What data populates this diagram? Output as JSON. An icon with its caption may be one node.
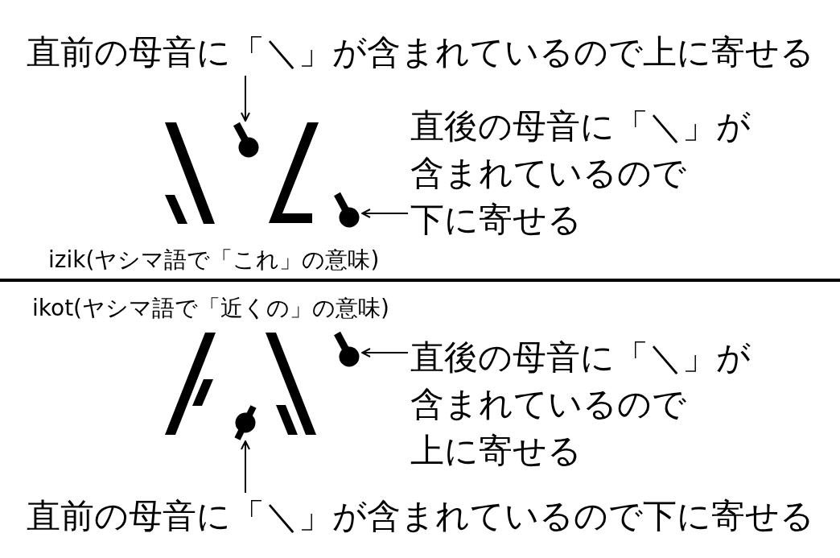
{
  "diagram": {
    "nodes": [
      {
        "text": [
          "直前の母音に「＼」が含まれているので上に寄せる"
        ]
      },
      {
        "text": [],
        "shape": "circle"
      },
      {
        "text": [
          "直後の母音に「＼」が含まれているので下に寄せる"
        ]
      },
      {
        "text": [],
        "shape": "circle"
      },
      {
        "text": [],
        "shape": "circle"
      },
      {
        "text": [
          "直後の母音に「＼」が含まれているので上に寄せる"
        ]
      },
      {
        "text": [],
        "shape": "circle"
      },
      {
        "text": [
          "直前の母音に「＼」が含まれているので下に寄せる"
        ]
      }
    ],
    "edges": [
      {
        "from": 0,
        "to": 1,
        "arrow": "to"
      },
      {
        "from": 2,
        "to": 3,
        "arrow": "to"
      },
      {
        "from": 5,
        "to": 4,
        "arrow": "to"
      },
      {
        "from": 7,
        "to": 6,
        "arrow": "to"
      }
    ],
    "labels": [
      "izik(ヤシマ語で「これ」の意味)",
      "ikot(ヤシマ語で「近くの」の意味)"
    ]
  }
}
